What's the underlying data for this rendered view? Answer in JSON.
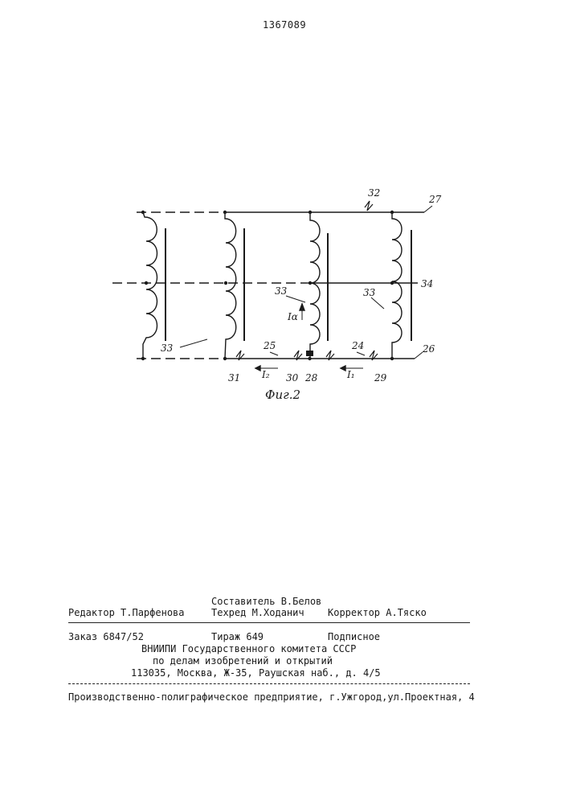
{
  "patent_number": "1367089",
  "figure": {
    "caption": "Фиг.2",
    "labels": {
      "l27": "27",
      "l32": "32",
      "l34": "34",
      "l26": "26",
      "l33a": "33",
      "l33b": "33",
      "l33c": "33",
      "l25": "25",
      "l24": "24",
      "l31": "31",
      "l30": "30",
      "l28": "28",
      "l29": "29",
      "Ia": "Iα",
      "I2": "I₂",
      "I1": "I₁"
    }
  },
  "footer": {
    "compiler": "Составитель В.Белов",
    "editor": "Редактор Т.Парфенова",
    "techred": "Техред М.Ходанич",
    "corrector": "Корректор А.Тяско",
    "order": "Заказ 6847/52",
    "print_run": "Тираж 649",
    "subscription": "Подписное",
    "org_line1": "ВНИИПИ Государственного комитета СССР",
    "org_line2": "по делам изобретений и открытий",
    "org_address": "113035, Москва, Ж-35, Раушская наб., д. 4/5",
    "printer": "Производственно-полиграфическое предприятие, г.Ужгород,ул.Проектная, 4"
  }
}
